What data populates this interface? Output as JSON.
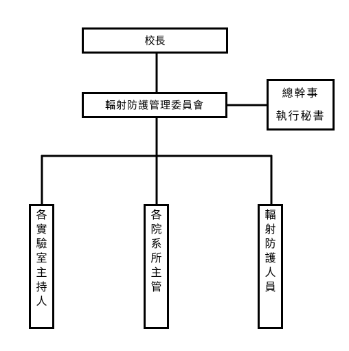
{
  "org_chart": {
    "principal": "校長",
    "committee": "輻射防護管理委員會",
    "secretary": {
      "line1": "總幹事",
      "line2": "執行秘書"
    },
    "units": {
      "lab_heads": "各實驗室主持人",
      "dept_heads": "各院系所主管",
      "radiation_staff": "輻射防護人員"
    }
  }
}
